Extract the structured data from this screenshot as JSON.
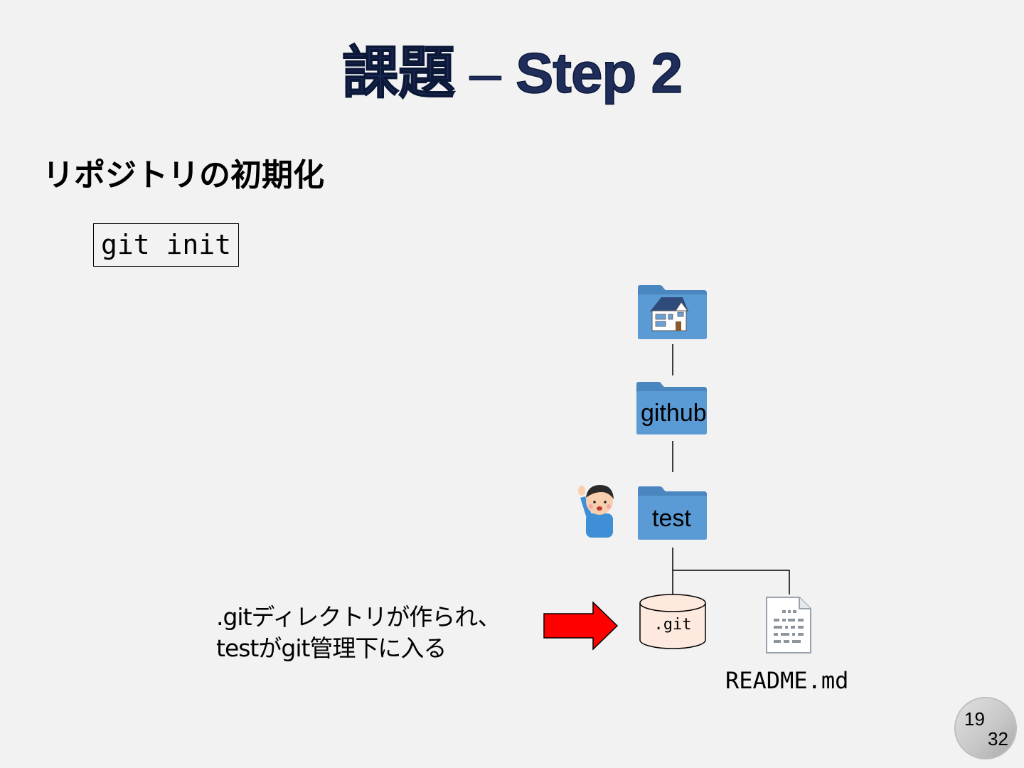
{
  "slide": {
    "title_main": "課題",
    "title_dash": " – ",
    "title_rest": "Step 2",
    "heading": "リポジトリの初期化",
    "command": "git init"
  },
  "tree": {
    "root_icon": "house-icon",
    "folders": [
      {
        "label": "github"
      },
      {
        "label": "test"
      }
    ],
    "git_dir_label": ".git",
    "file_label": "README.md",
    "user_icon": "person-raising-hand-icon",
    "file_icon": "document-icon"
  },
  "annotation": {
    "line1": ".gitディレクトリが作られ、",
    "line2": "testがgit管理下に入る",
    "arrow_color": "#ff0000"
  },
  "page": {
    "current": "19",
    "total": "32"
  },
  "colors": {
    "title": "#1f2d5a",
    "folder": "#5b9bd5",
    "folder_dark": "#4a86bf",
    "cylinder_fill": "#fde9dd"
  }
}
